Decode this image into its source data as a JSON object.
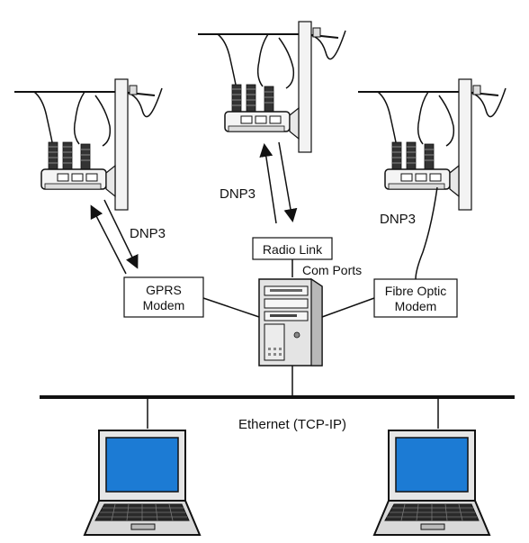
{
  "diagram": {
    "labels": {
      "dnp3_left": "DNP3",
      "dnp3_center": "DNP3",
      "dnp3_right": "DNP3",
      "radio_link": "Radio Link",
      "com_ports": "Com Ports",
      "gprs_line1": "GPRS",
      "gprs_line2": "Modem",
      "fibre_line1": "Fibre Optic",
      "fibre_line2": "Modem",
      "ethernet": "Ethernet (TCP-IP)"
    },
    "devices": [
      {
        "name": "pole-mounted-recloser",
        "count": 3
      },
      {
        "name": "server-tower",
        "count": 1
      },
      {
        "name": "laptop",
        "count": 2
      }
    ],
    "colors": {
      "line": "#111111",
      "pole": "#f2f2f2",
      "box_fill": "#ffffff",
      "tower": "#e6e6e6",
      "screen": "#1c7bd4"
    }
  }
}
